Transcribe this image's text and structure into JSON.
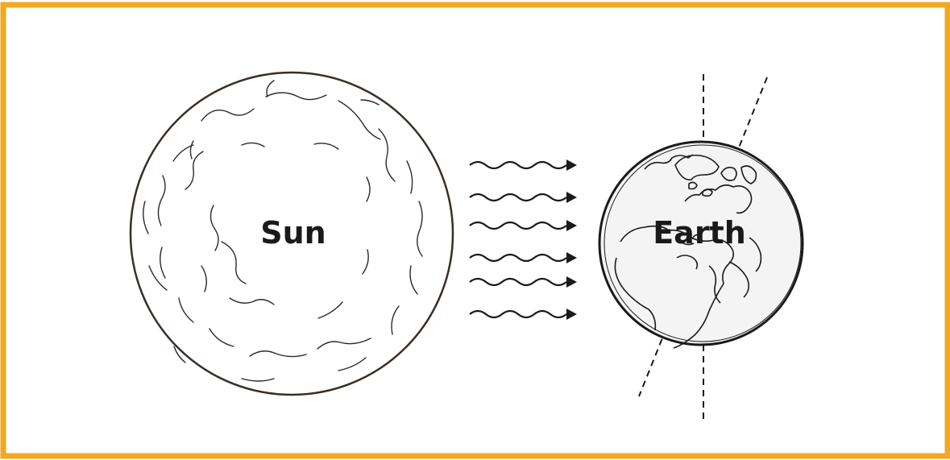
{
  "diagram": {
    "sun_label": "Sun",
    "earth_label": "Earth",
    "colors": {
      "border": "#f2a81f",
      "ink": "#1a1a1a",
      "sun_fill": "#ffffff",
      "earth_fill": "#f4f4f4"
    },
    "icons": [
      "sun-icon",
      "earth-globe-icon",
      "radiation-arrow-icon"
    ],
    "ray_count": 6
  }
}
